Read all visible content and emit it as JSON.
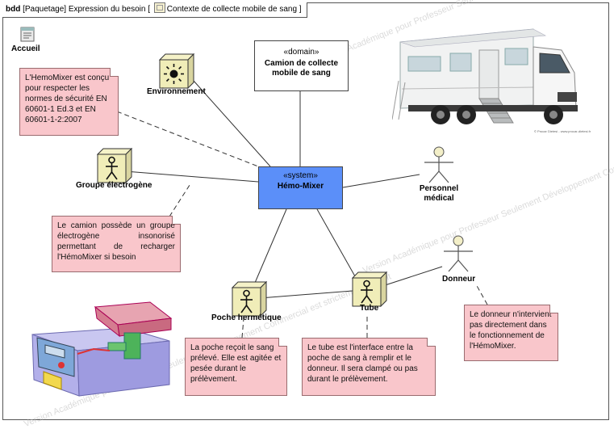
{
  "frame": {
    "kind": "bdd",
    "package": "[Paquetage]",
    "name": "Expression du besoin",
    "context": "Contexte de collecte mobile de sang"
  },
  "accueil": {
    "label": "Accueil"
  },
  "domain_block": {
    "stereotype": "«domain»",
    "name": "Camion de collecte mobile de sang"
  },
  "system_block": {
    "stereotype": "«system»",
    "name": "Hémo-Mixer",
    "color": "#5b8ff9"
  },
  "actors": {
    "environnement": "Environnement",
    "groupe": "Groupe électrogène",
    "personnel": "Personnel médical",
    "poche": "Poche hermétique",
    "tube": "Tube",
    "donneur": "Donneur"
  },
  "notes": {
    "hemomixer": "L'HemoMixer est conçu pour respecter les normes de sécurité EN 60601-1 Ed.3 et EN 60601-1-2:2007",
    "camion": "Le camion possède un groupe électrogène insonorisé permettant de recharger l'HémoMixer si besoin",
    "poche": "La poche reçoit le sang prélevé. Elle est agitée et pesée durant le prélèvement.",
    "tube": "Le tube est l'interface entre la poche de sang à remplir et le donneur. Il sera clampé ou pas durant le prélèvement.",
    "donneur": "Le donneur n'intervient pas directement dans le fonctionnement de l'HémoMixer."
  },
  "truck_credit": "© Procar Dietesi - www.procar-dietesi.fr",
  "watermark": "Version Académique pour Professeur Seulement Développement Commercial est strictement interdit",
  "note_color": "#f9c6cb"
}
